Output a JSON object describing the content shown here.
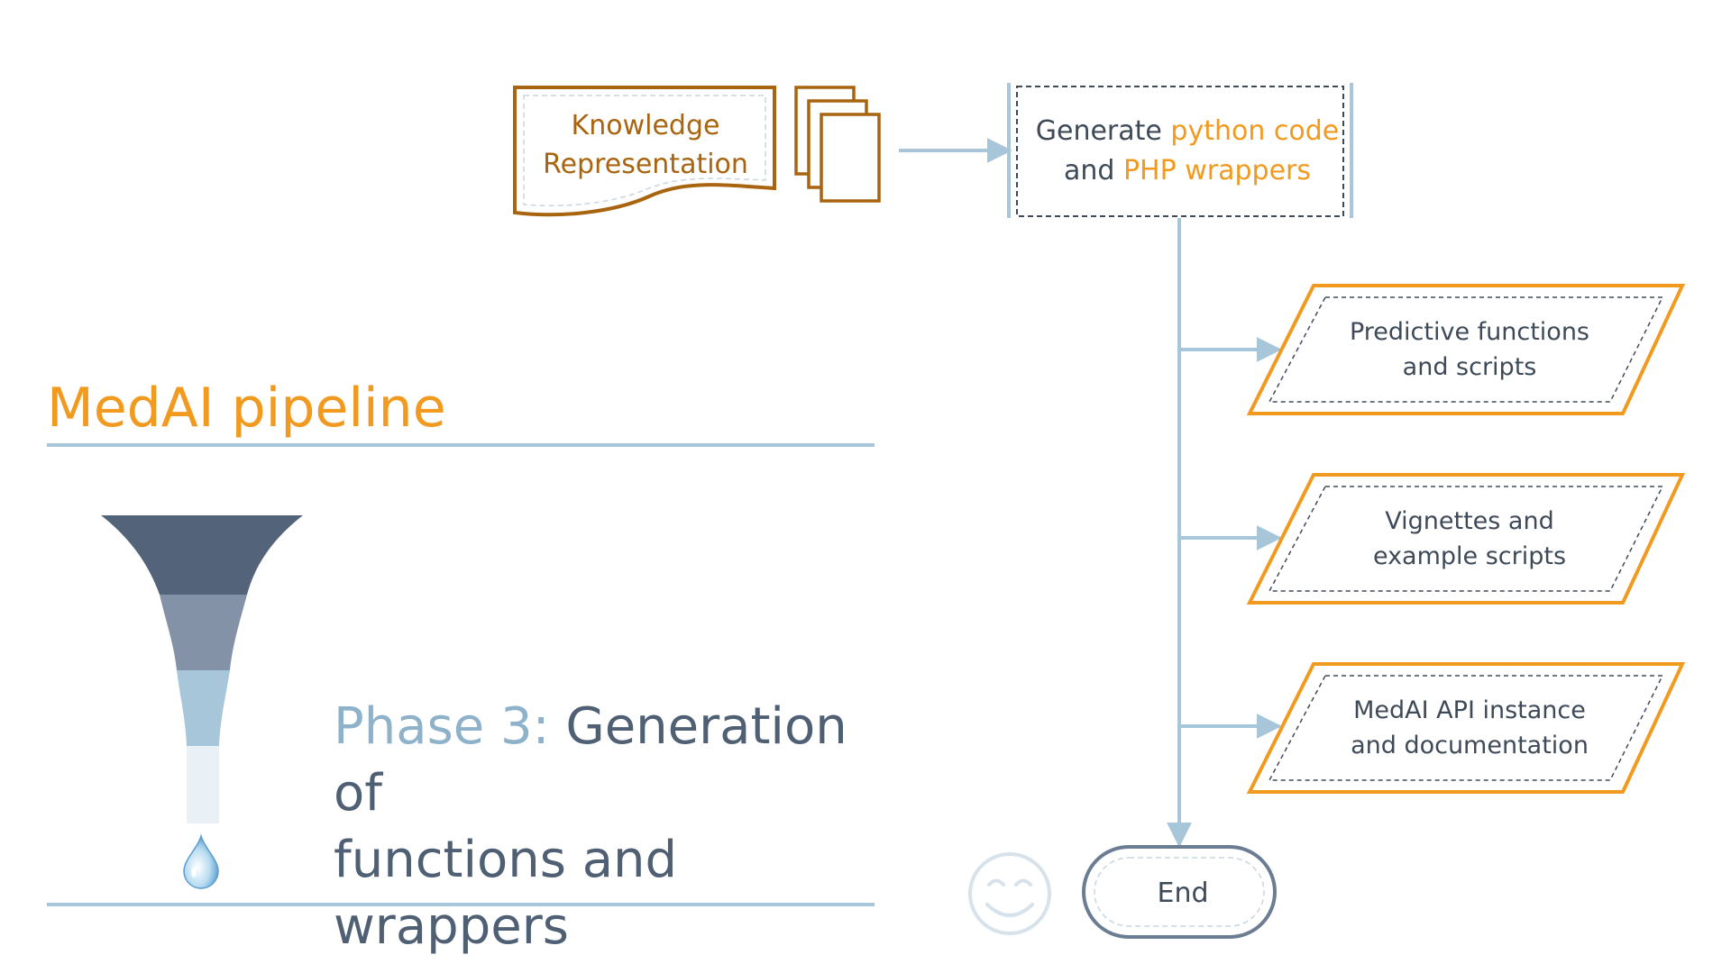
{
  "slide": {
    "title": "MedAI pipeline",
    "phase_label": "Phase 3:",
    "phase_line1": "Generation of",
    "phase_line2": "functions and wrappers"
  },
  "flow": {
    "knowledge": {
      "line1": "Knowledge",
      "line2": "Representation"
    },
    "generate": {
      "word1": "Generate",
      "highlight1": "python code",
      "word2": "and",
      "highlight2": "PHP wrappers"
    },
    "outputs": [
      {
        "line1": "Predictive functions",
        "line2": "and scripts"
      },
      {
        "line1": "Vignettes and",
        "line2": "example scripts"
      },
      {
        "line1": "MedAI API instance",
        "line2": "and documentation"
      }
    ],
    "end": "End"
  },
  "icons": {
    "funnel": "funnel-icon",
    "drop": "water-drop-icon",
    "documents": "stacked-documents-icon",
    "smiley": "smiley-icon"
  },
  "colors": {
    "accent_orange": "#f29a1f",
    "brown": "#a9640f",
    "connector_blue": "#a8c6da",
    "text_dark": "#3e4a58",
    "funnel_top": "#536379",
    "funnel_mid": "#8492a8",
    "funnel_light": "#a8c6da",
    "funnel_pale": "#eaf1f6"
  }
}
